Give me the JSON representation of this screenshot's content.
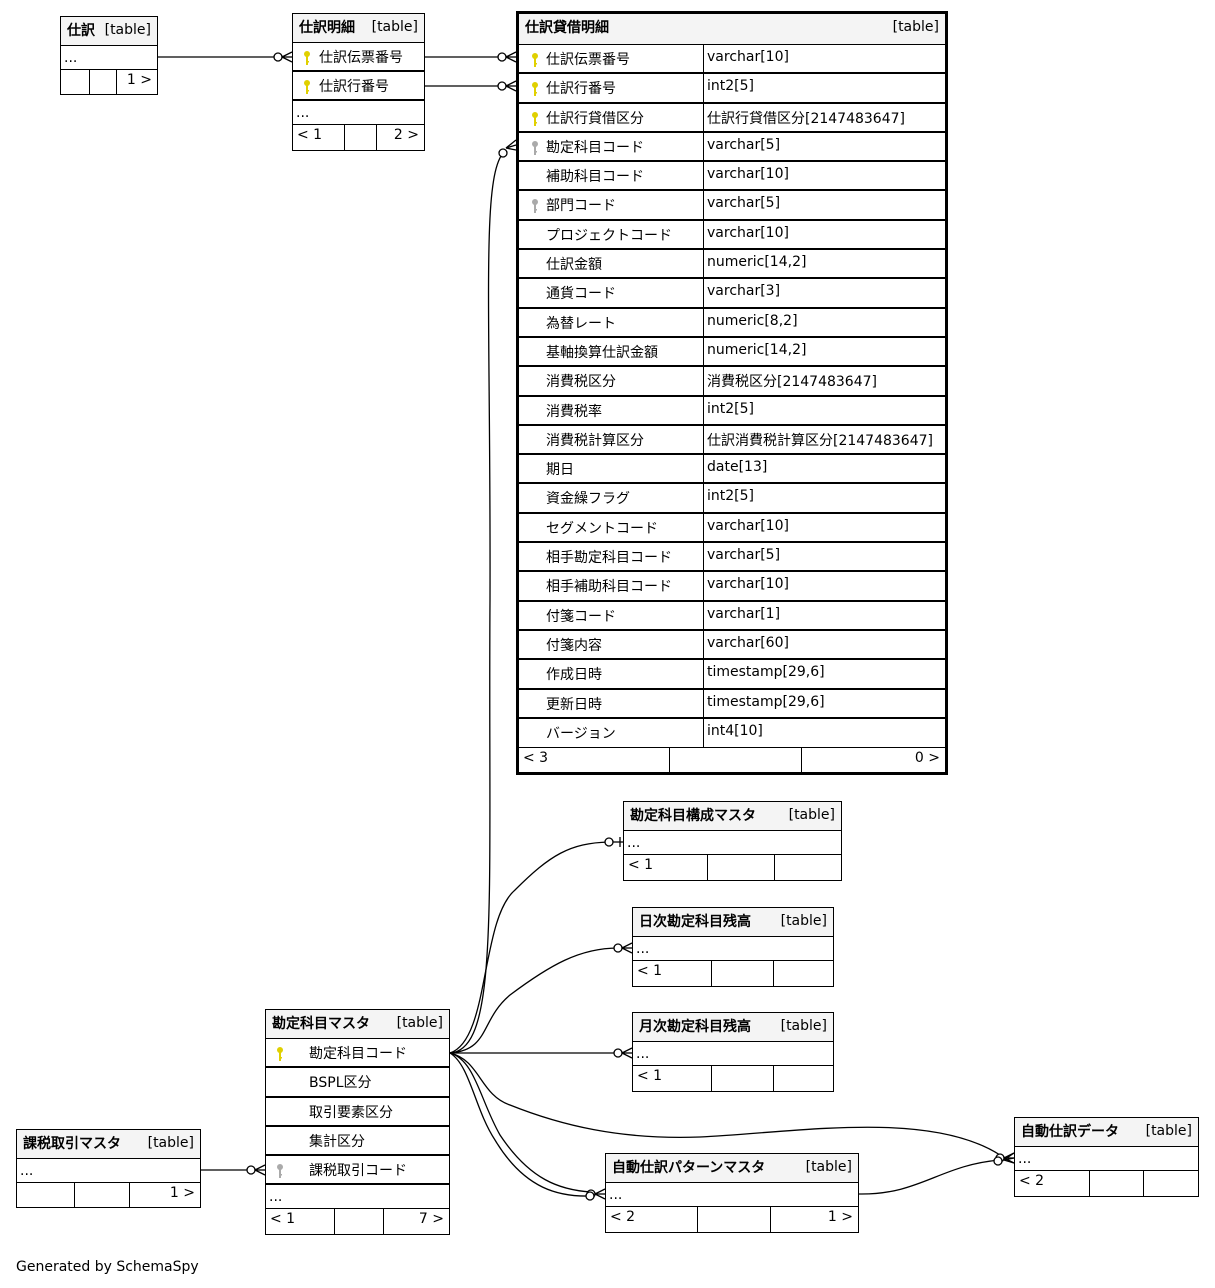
{
  "colors": {
    "primary_key": "#e0d000",
    "foreign_key": "#aaaaaa",
    "header_bg": "#f4f4f4"
  },
  "type_label": "[table]",
  "tables": [
    {
      "id": "shiwake",
      "name": "仕訳",
      "rows": [
        {
          "name": "..."
        }
      ],
      "footer": [
        "",
        "",
        "1 >"
      ]
    },
    {
      "id": "shiwake_meisai",
      "name": "仕訳明細",
      "rows": [
        {
          "name": "仕訳伝票番号",
          "key": "pk"
        },
        {
          "name": "仕訳行番号",
          "key": "pk"
        },
        {
          "name": "..."
        }
      ],
      "footer": [
        "< 1",
        "",
        "2 >"
      ]
    },
    {
      "id": "shiwake_taishaku",
      "name": "仕訳貸借明細",
      "rows": [
        {
          "name": "仕訳伝票番号",
          "type": "varchar[10]",
          "key": "pk"
        },
        {
          "name": "仕訳行番号",
          "type": "int2[5]",
          "key": "pk"
        },
        {
          "name": "仕訳行貸借区分",
          "type": "仕訳行貸借区分[2147483647]",
          "key": "pk"
        },
        {
          "name": "勘定科目コード",
          "type": "varchar[5]",
          "key": "fk"
        },
        {
          "name": "補助科目コード",
          "type": "varchar[10]"
        },
        {
          "name": "部門コード",
          "type": "varchar[5]",
          "key": "fk"
        },
        {
          "name": "プロジェクトコード",
          "type": "varchar[10]"
        },
        {
          "name": "仕訳金額",
          "type": "numeric[14,2]"
        },
        {
          "name": "通貨コード",
          "type": "varchar[3]"
        },
        {
          "name": "為替レート",
          "type": "numeric[8,2]"
        },
        {
          "name": "基軸換算仕訳金額",
          "type": "numeric[14,2]"
        },
        {
          "name": "消費税区分",
          "type": "消費税区分[2147483647]"
        },
        {
          "name": "消費税率",
          "type": "int2[5]"
        },
        {
          "name": "消費税計算区分",
          "type": "仕訳消費税計算区分[2147483647]"
        },
        {
          "name": "期日",
          "type": "date[13]"
        },
        {
          "name": "資金繰フラグ",
          "type": "int2[5]"
        },
        {
          "name": "セグメントコード",
          "type": "varchar[10]"
        },
        {
          "name": "相手勘定科目コード",
          "type": "varchar[5]"
        },
        {
          "name": "相手補助科目コード",
          "type": "varchar[10]"
        },
        {
          "name": "付箋コード",
          "type": "varchar[1]"
        },
        {
          "name": "付箋内容",
          "type": "varchar[60]"
        },
        {
          "name": "作成日時",
          "type": "timestamp[29,6]"
        },
        {
          "name": "更新日時",
          "type": "timestamp[29,6]"
        },
        {
          "name": "バージョン",
          "type": "int4[10]"
        }
      ],
      "footer": [
        "< 3",
        "",
        "0 >"
      ]
    },
    {
      "id": "kousei",
      "name": "勘定科目構成マスタ",
      "rows": [
        {
          "name": "..."
        }
      ],
      "footer": [
        "< 1",
        "",
        ""
      ]
    },
    {
      "id": "nichiji",
      "name": "日次勘定科目残高",
      "rows": [
        {
          "name": "..."
        }
      ],
      "footer": [
        "< 1",
        "",
        ""
      ]
    },
    {
      "id": "getsuji",
      "name": "月次勘定科目残高",
      "rows": [
        {
          "name": "..."
        }
      ],
      "footer": [
        "< 1",
        "",
        ""
      ]
    },
    {
      "id": "kanjou",
      "name": "勘定科目マスタ",
      "rows": [
        {
          "name": "勘定科目コード",
          "key": "pk"
        },
        {
          "name": "BSPL区分"
        },
        {
          "name": "取引要素区分"
        },
        {
          "name": "集計区分"
        },
        {
          "name": "課税取引コード",
          "key": "fk"
        },
        {
          "name": "..."
        }
      ],
      "footer": [
        "< 1",
        "",
        "7 >"
      ]
    },
    {
      "id": "kazei",
      "name": "課税取引マスタ",
      "rows": [
        {
          "name": "..."
        }
      ],
      "footer": [
        "",
        "",
        "1 >"
      ]
    },
    {
      "id": "pattern",
      "name": "自動仕訳パターンマスタ",
      "rows": [
        {
          "name": "..."
        }
      ],
      "footer": [
        "< 2",
        "",
        "1 >"
      ]
    },
    {
      "id": "jidou",
      "name": "自動仕訳データ",
      "rows": [
        {
          "name": "..."
        }
      ],
      "footer": [
        "< 2",
        "",
        ""
      ]
    }
  ],
  "credit": "Generated by SchemaSpy"
}
